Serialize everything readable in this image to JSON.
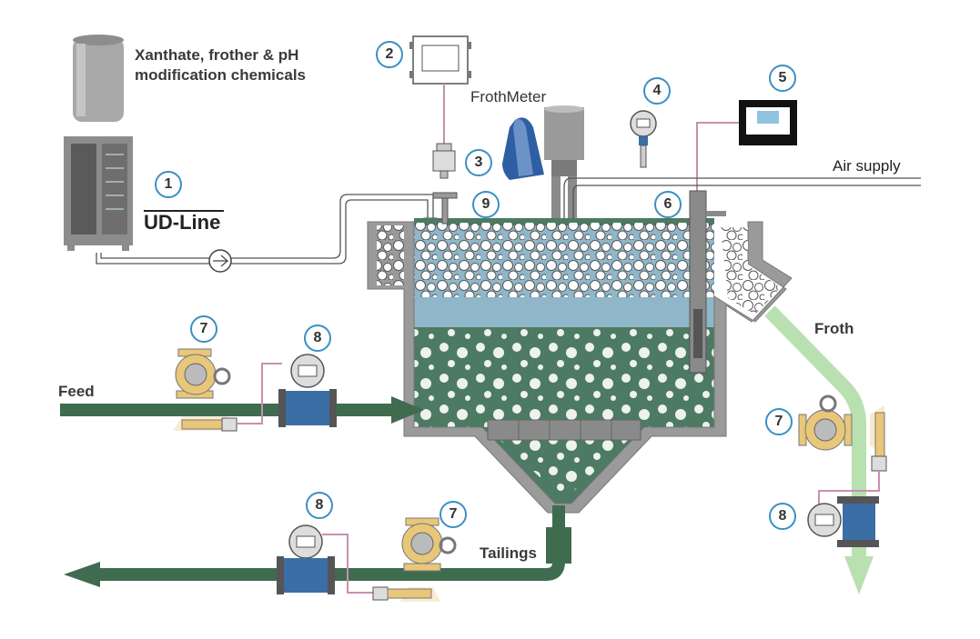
{
  "labels": {
    "chemicals": "Xanthate, frother & pH modification chemicals",
    "ud_line": "UD-Line",
    "frothmeter": "FrothMeter",
    "air_supply": "Air supply",
    "froth": "Froth",
    "feed": "Feed",
    "tailings": "Tailings"
  },
  "markers": {
    "m1": "1",
    "m2": "2",
    "m3": "3",
    "m4": "4",
    "m5": "5",
    "m6": "6",
    "m7a": "7",
    "m7b": "7",
    "m7c": "7",
    "m8a": "8",
    "m8b": "8",
    "m8c": "8",
    "m9": "9"
  },
  "colors": {
    "slurry": "#4d7a62",
    "froth_water": "#8fb6c9",
    "pipe_dark": "#3f6b4f",
    "froth_stream": "#b9e0b0",
    "vessel_wall": "#9a9a9a",
    "marker_ring": "#3b8fc4",
    "pump_body": "#e8c77a",
    "meter_blue": "#3b6ea5",
    "frothmeter_blue": "#2f5fa3"
  },
  "icons": [
    "chemical-tank-icon",
    "cabinet-icon",
    "dosing-pump-icon",
    "controller-icon",
    "sensor-probe-icon",
    "frothmeter-camera-icon",
    "transmitter-icon",
    "analyzer-display-icon",
    "level-probe-icon",
    "slurry-pump-icon",
    "flowmeter-icon",
    "density-meter-icon",
    "agitator-icon"
  ]
}
